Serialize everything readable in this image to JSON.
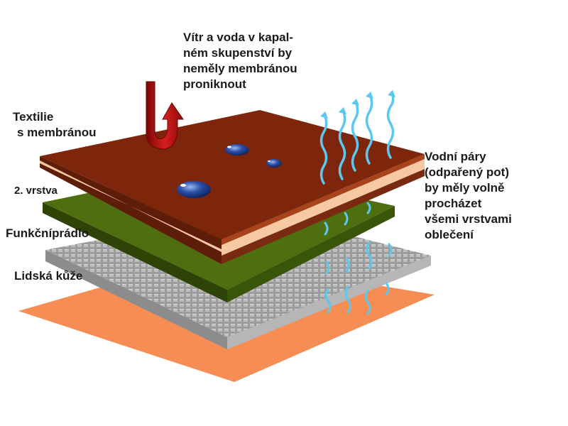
{
  "colors": {
    "skin": "#f58d54",
    "underwear_top": "#9a9a9a",
    "underwear_side": "#b6b6b6",
    "second_layer_top": "#4e6e10",
    "second_layer_side": "#3a5408",
    "membrane_top": "#7e260c",
    "membrane_side": "#a8431c",
    "membrane_stripe": "#f7c9a3",
    "wind_arrow": "#c41414",
    "vapor": "#5ac8f0",
    "water_drop": "#1f3e8c"
  },
  "labels": {
    "wind_water": [
      "Vítr a voda v kapal-",
      "ném skupenství by",
      "neměly membránou",
      "proniknout"
    ],
    "textile": [
      "Textilie",
      "s membránou"
    ],
    "second_layer": "2. vrstva",
    "functional_underwear": "Funkčníprádlo",
    "human_skin": "Lidská kůže",
    "water_vapor": [
      "Vodní páry",
      "(odpařený pot)",
      "by měly volně",
      "procházet",
      "všemi vrstvami",
      "oblečení"
    ]
  }
}
